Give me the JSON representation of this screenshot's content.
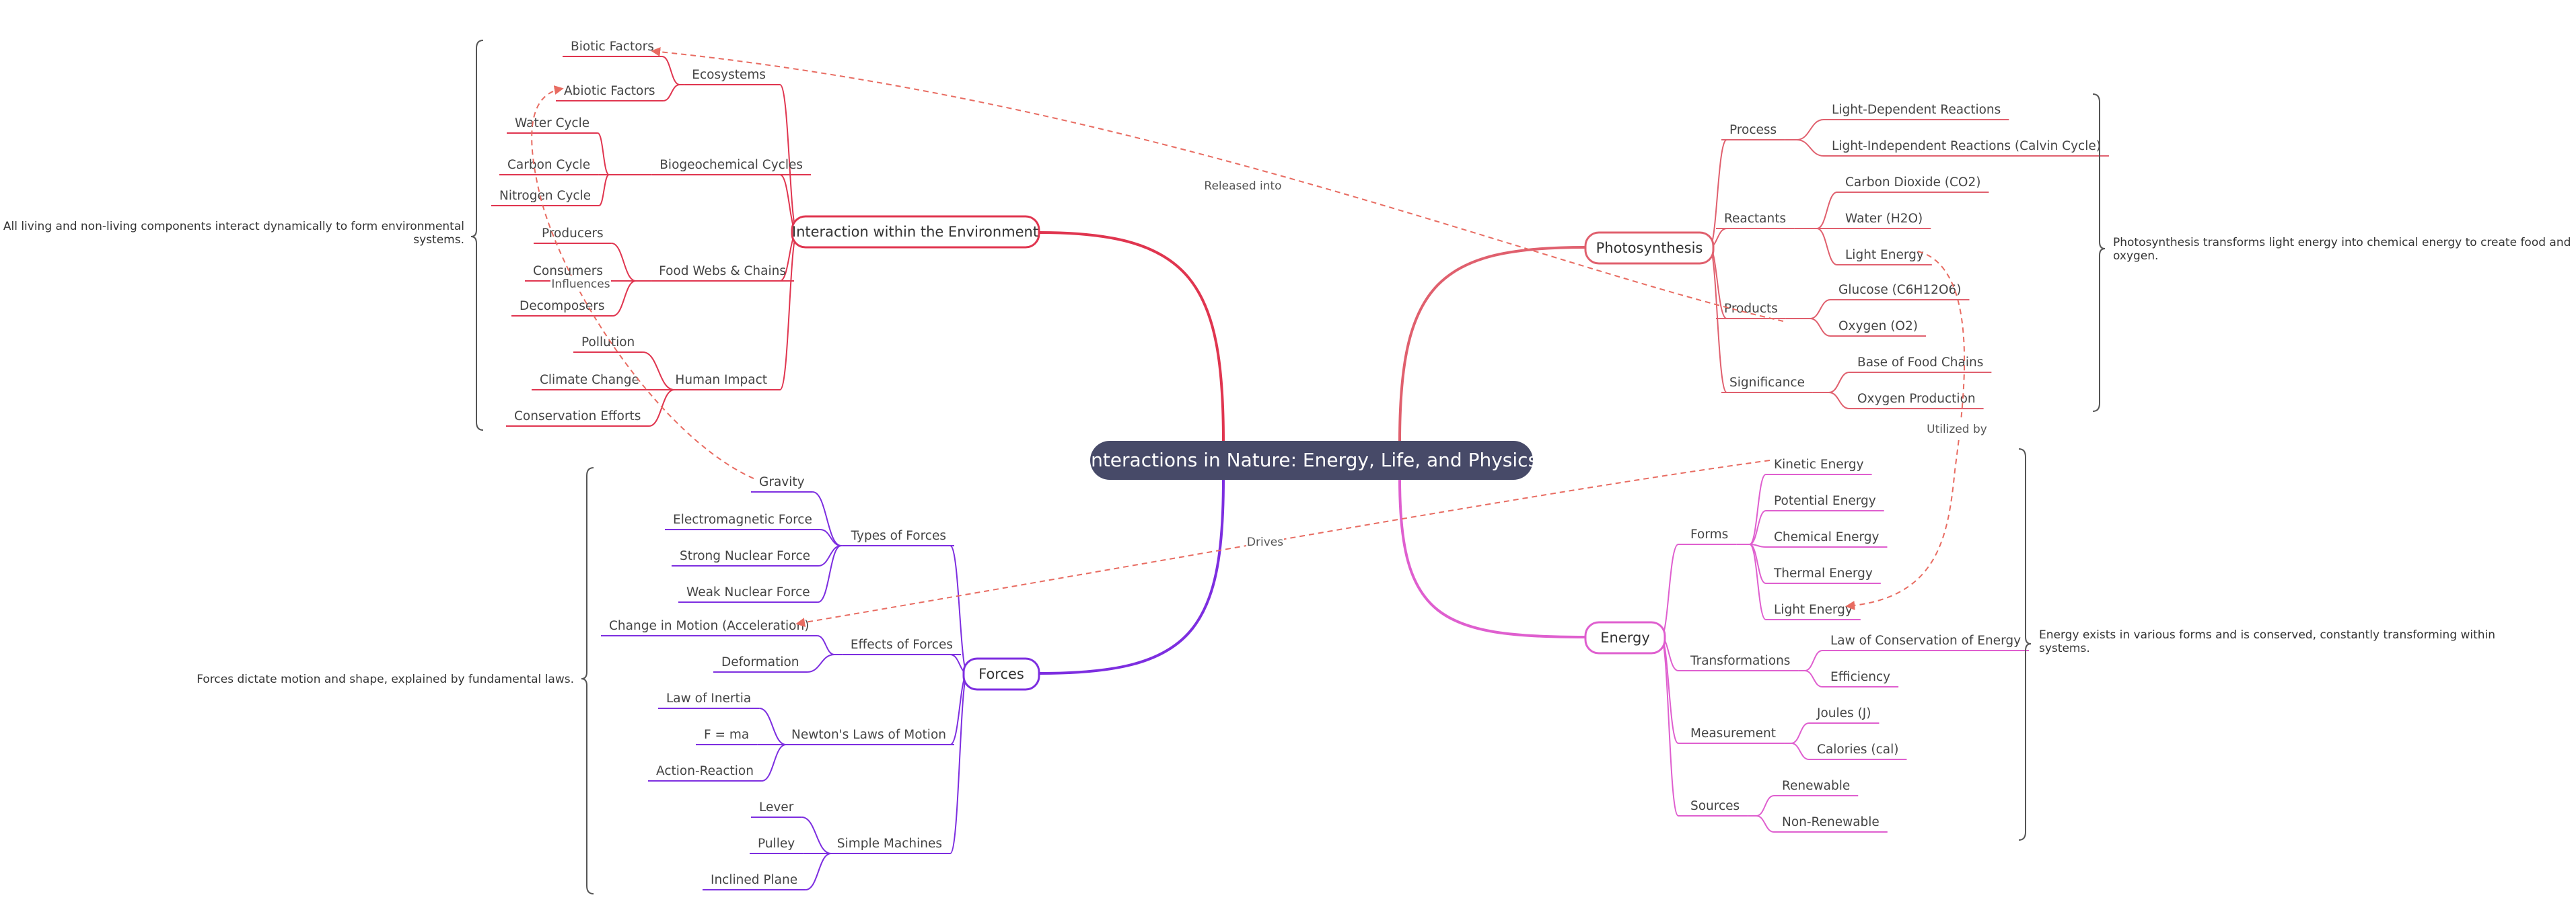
{
  "root": {
    "title": "Interactions in Nature: Energy, Life, and Physics"
  },
  "colors": {
    "root_bg": "#474a68",
    "environment": "#e0354f",
    "forces": "#7d2ee0",
    "photosynthesis": "#e0606e",
    "energy": "#df5fcf",
    "relation": "#e86c62"
  },
  "branches": {
    "environment": {
      "title": "Interaction within the Environment",
      "note": "All living and non-living components interact dynamically to form environmental systems.",
      "groups": [
        {
          "title": "Ecosystems",
          "items": [
            "Biotic Factors",
            "Abiotic Factors"
          ]
        },
        {
          "title": "Biogeochemical Cycles",
          "items": [
            "Water Cycle",
            "Carbon Cycle",
            "Nitrogen Cycle"
          ]
        },
        {
          "title": "Food Webs & Chains",
          "items": [
            "Producers",
            "Consumers",
            "Decomposers"
          ]
        },
        {
          "title": "Human Impact",
          "items": [
            "Pollution",
            "Climate Change",
            "Conservation Efforts"
          ]
        }
      ]
    },
    "forces": {
      "title": "Forces",
      "note": "Forces dictate motion and shape, explained by fundamental laws.",
      "groups": [
        {
          "title": "Types of Forces",
          "items": [
            "Gravity",
            "Electromagnetic Force",
            "Strong Nuclear Force",
            "Weak Nuclear Force"
          ]
        },
        {
          "title": "Effects of Forces",
          "items": [
            "Change in Motion (Acceleration)",
            "Deformation"
          ]
        },
        {
          "title": "Newton's Laws of Motion",
          "items": [
            "Law of Inertia",
            "F = ma",
            "Action-Reaction"
          ]
        },
        {
          "title": "Simple Machines",
          "items": [
            "Lever",
            "Pulley",
            "Inclined Plane"
          ]
        }
      ]
    },
    "photosynthesis": {
      "title": "Photosynthesis",
      "note": "Photosynthesis transforms light energy into chemical energy to create food and oxygen.",
      "groups": [
        {
          "title": "Process",
          "items": [
            "Light-Dependent Reactions",
            "Light-Independent Reactions (Calvin Cycle)"
          ]
        },
        {
          "title": "Reactants",
          "items": [
            "Carbon Dioxide (CO2)",
            "Water (H2O)",
            "Light Energy"
          ]
        },
        {
          "title": "Products",
          "items": [
            "Glucose (C6H12O6)",
            "Oxygen (O2)"
          ]
        },
        {
          "title": "Significance",
          "items": [
            "Base of Food Chains",
            "Oxygen Production"
          ]
        }
      ]
    },
    "energy": {
      "title": "Energy",
      "note": "Energy exists in various forms and is conserved, constantly transforming within systems.",
      "groups": [
        {
          "title": "Forms",
          "items": [
            "Kinetic Energy",
            "Potential Energy",
            "Chemical Energy",
            "Thermal Energy",
            "Light Energy"
          ]
        },
        {
          "title": "Transformations",
          "items": [
            "Law of Conservation of Energy",
            "Efficiency"
          ]
        },
        {
          "title": "Measurement",
          "items": [
            "Joules (J)",
            "Calories (cal)"
          ]
        },
        {
          "title": "Sources",
          "items": [
            "Renewable",
            "Non-Renewable"
          ]
        }
      ]
    }
  },
  "relations": {
    "released_into": "Released into",
    "influences": "Influences",
    "drives": "Drives",
    "utilized_by": "Utilized by"
  }
}
